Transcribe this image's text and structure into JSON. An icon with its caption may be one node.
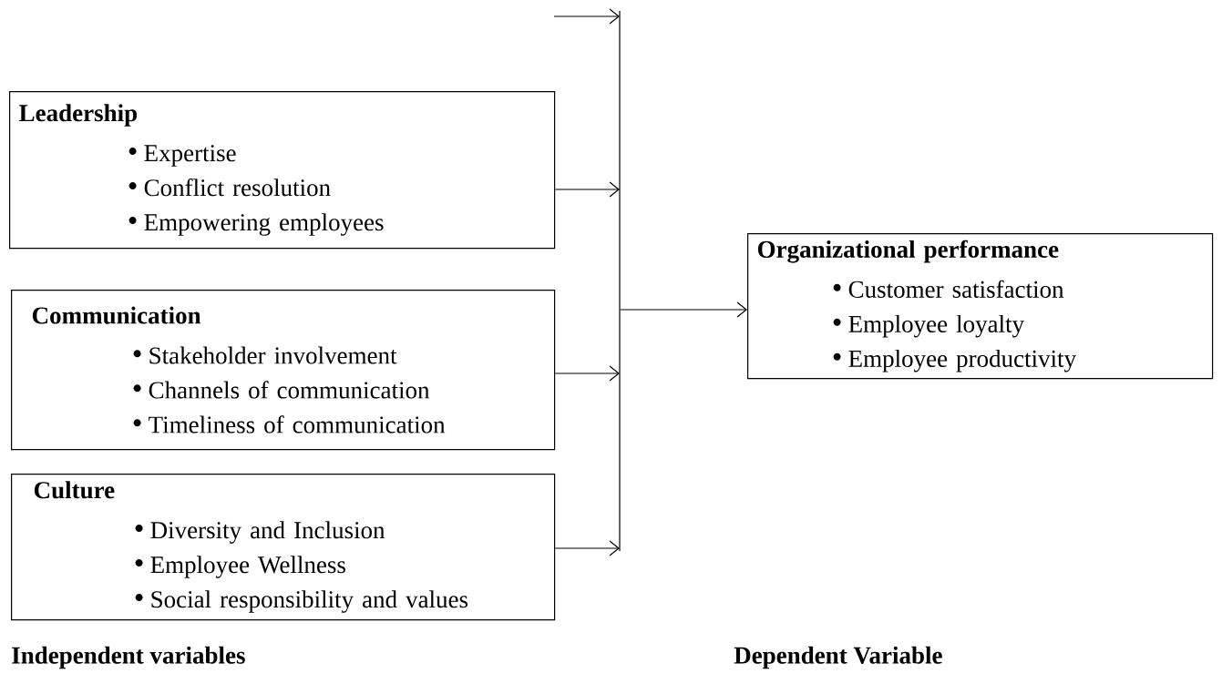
{
  "diagram": {
    "nodes": [
      {
        "text": [
          "Leadership",
          "Expertise",
          "Conflict resolution",
          "Empowering employees"
        ]
      },
      {
        "text": [
          "Communication",
          "Stakeholder involvement",
          "Channels of communication",
          "Timeliness of communication"
        ]
      },
      {
        "text": [
          "Culture",
          "Diversity and Inclusion",
          "Employee Wellness",
          "Social responsibility and values"
        ]
      },
      {
        "text": [
          "Organizational performance",
          "Customer satisfaction",
          "Employee loyalty",
          "Employee productivity"
        ]
      },
      {
        "text": [],
        "shape": "bar"
      }
    ],
    "edges": [
      {
        "from": null,
        "to": 4,
        "arrow": "to"
      },
      {
        "from": 0,
        "to": 4,
        "arrow": "to"
      },
      {
        "from": 1,
        "to": 4,
        "arrow": "to"
      },
      {
        "from": 2,
        "to": 4,
        "arrow": "to"
      },
      {
        "from": 4,
        "to": 3,
        "arrow": "to"
      }
    ],
    "labels": [
      "Independent variables",
      "Dependent Variable"
    ]
  }
}
